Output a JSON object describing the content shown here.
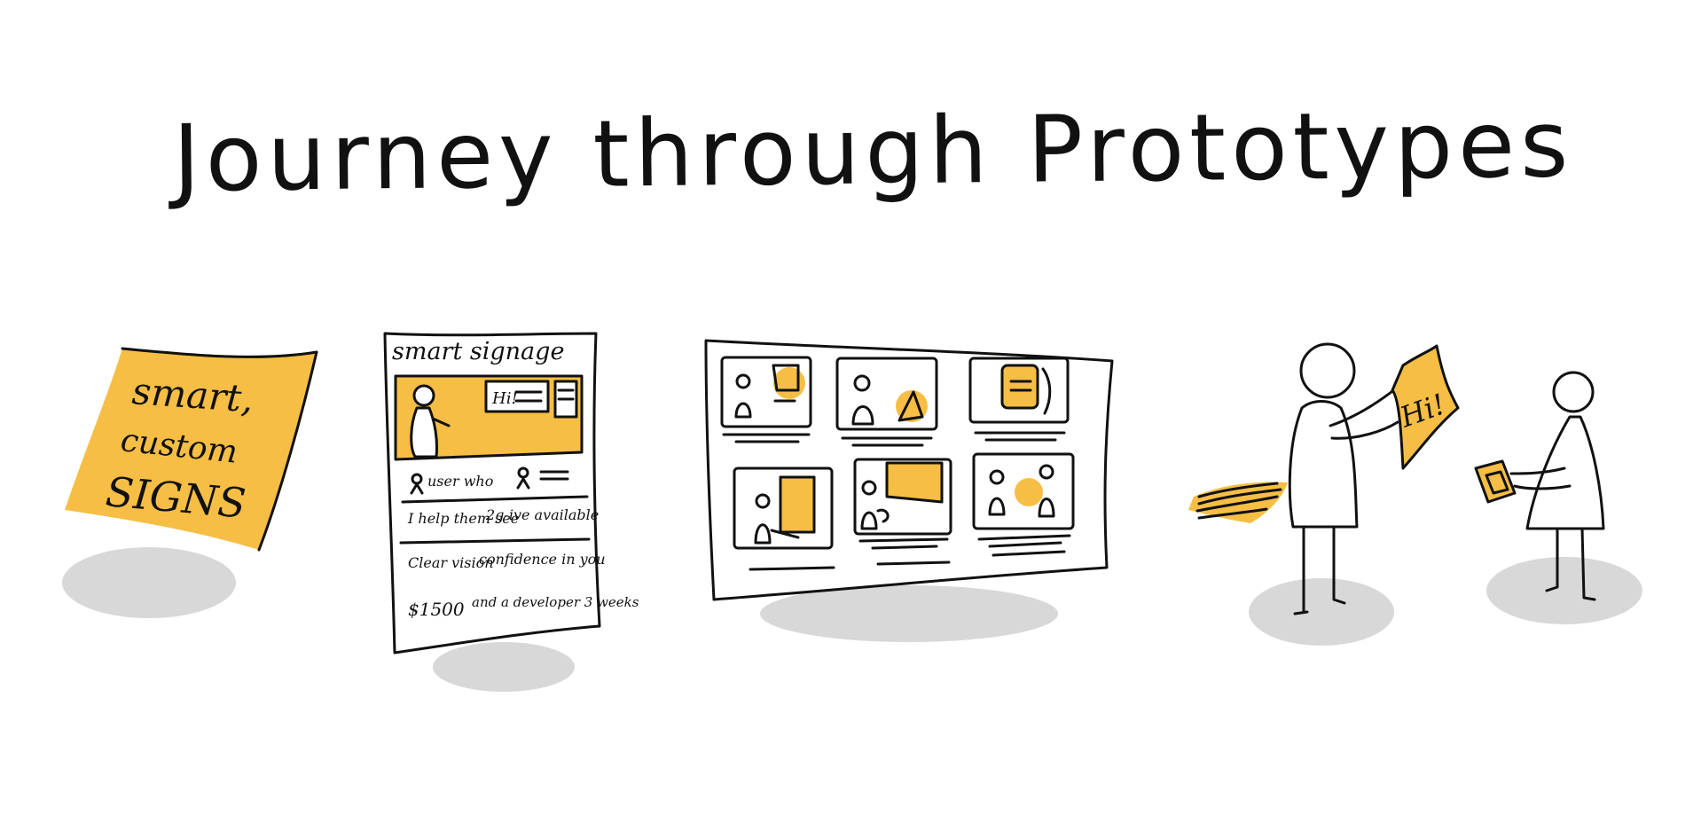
{
  "title": "Journey through Prototypes",
  "colors": {
    "accent": "#f6be45",
    "ink": "#111111",
    "shadow": "#d8d8d8"
  },
  "sticky_note": {
    "lines": [
      "smart,",
      "custom",
      "SIGNS"
    ]
  },
  "flyer": {
    "heading": "smart signage",
    "banner_text": "Hi!",
    "rows": [
      {
        "left": "user who",
        "right": ""
      },
      {
        "left": "I help them see",
        "right": "2g-ive available"
      },
      {
        "left": "Clear vision",
        "right": "confidence in you"
      },
      {
        "left": "$1500",
        "right": "and a developer 3 weeks"
      }
    ]
  },
  "storyboard": {
    "panel_count": 6
  },
  "roleplay": {
    "sign_text": "Hi!"
  }
}
